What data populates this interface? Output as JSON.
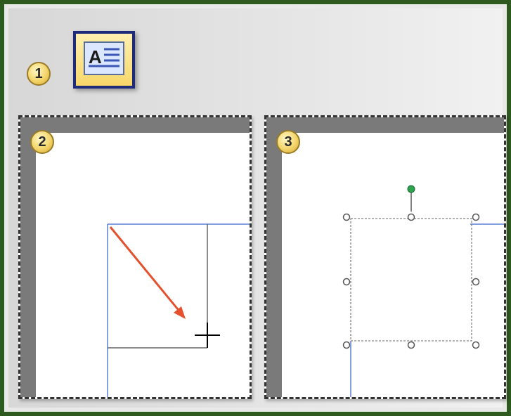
{
  "steps": {
    "one": "1",
    "two": "2",
    "three": "3"
  },
  "toolbar": {
    "text_box_icon_glyph": "A"
  },
  "colors": {
    "frame": "#2f5a1f",
    "badge": "#f3d56a",
    "button_border": "#1d2b7a",
    "arrow": "#e4512c",
    "guide_line": "#5b7fd8",
    "rotate_handle": "#2ea44f"
  },
  "icons": {
    "toolbar": "text-box-icon",
    "drag": "crosshair-cursor-icon",
    "direction": "drag-arrow-icon",
    "rotate": "rotation-handle-icon",
    "resize": "resize-handle-icon"
  }
}
